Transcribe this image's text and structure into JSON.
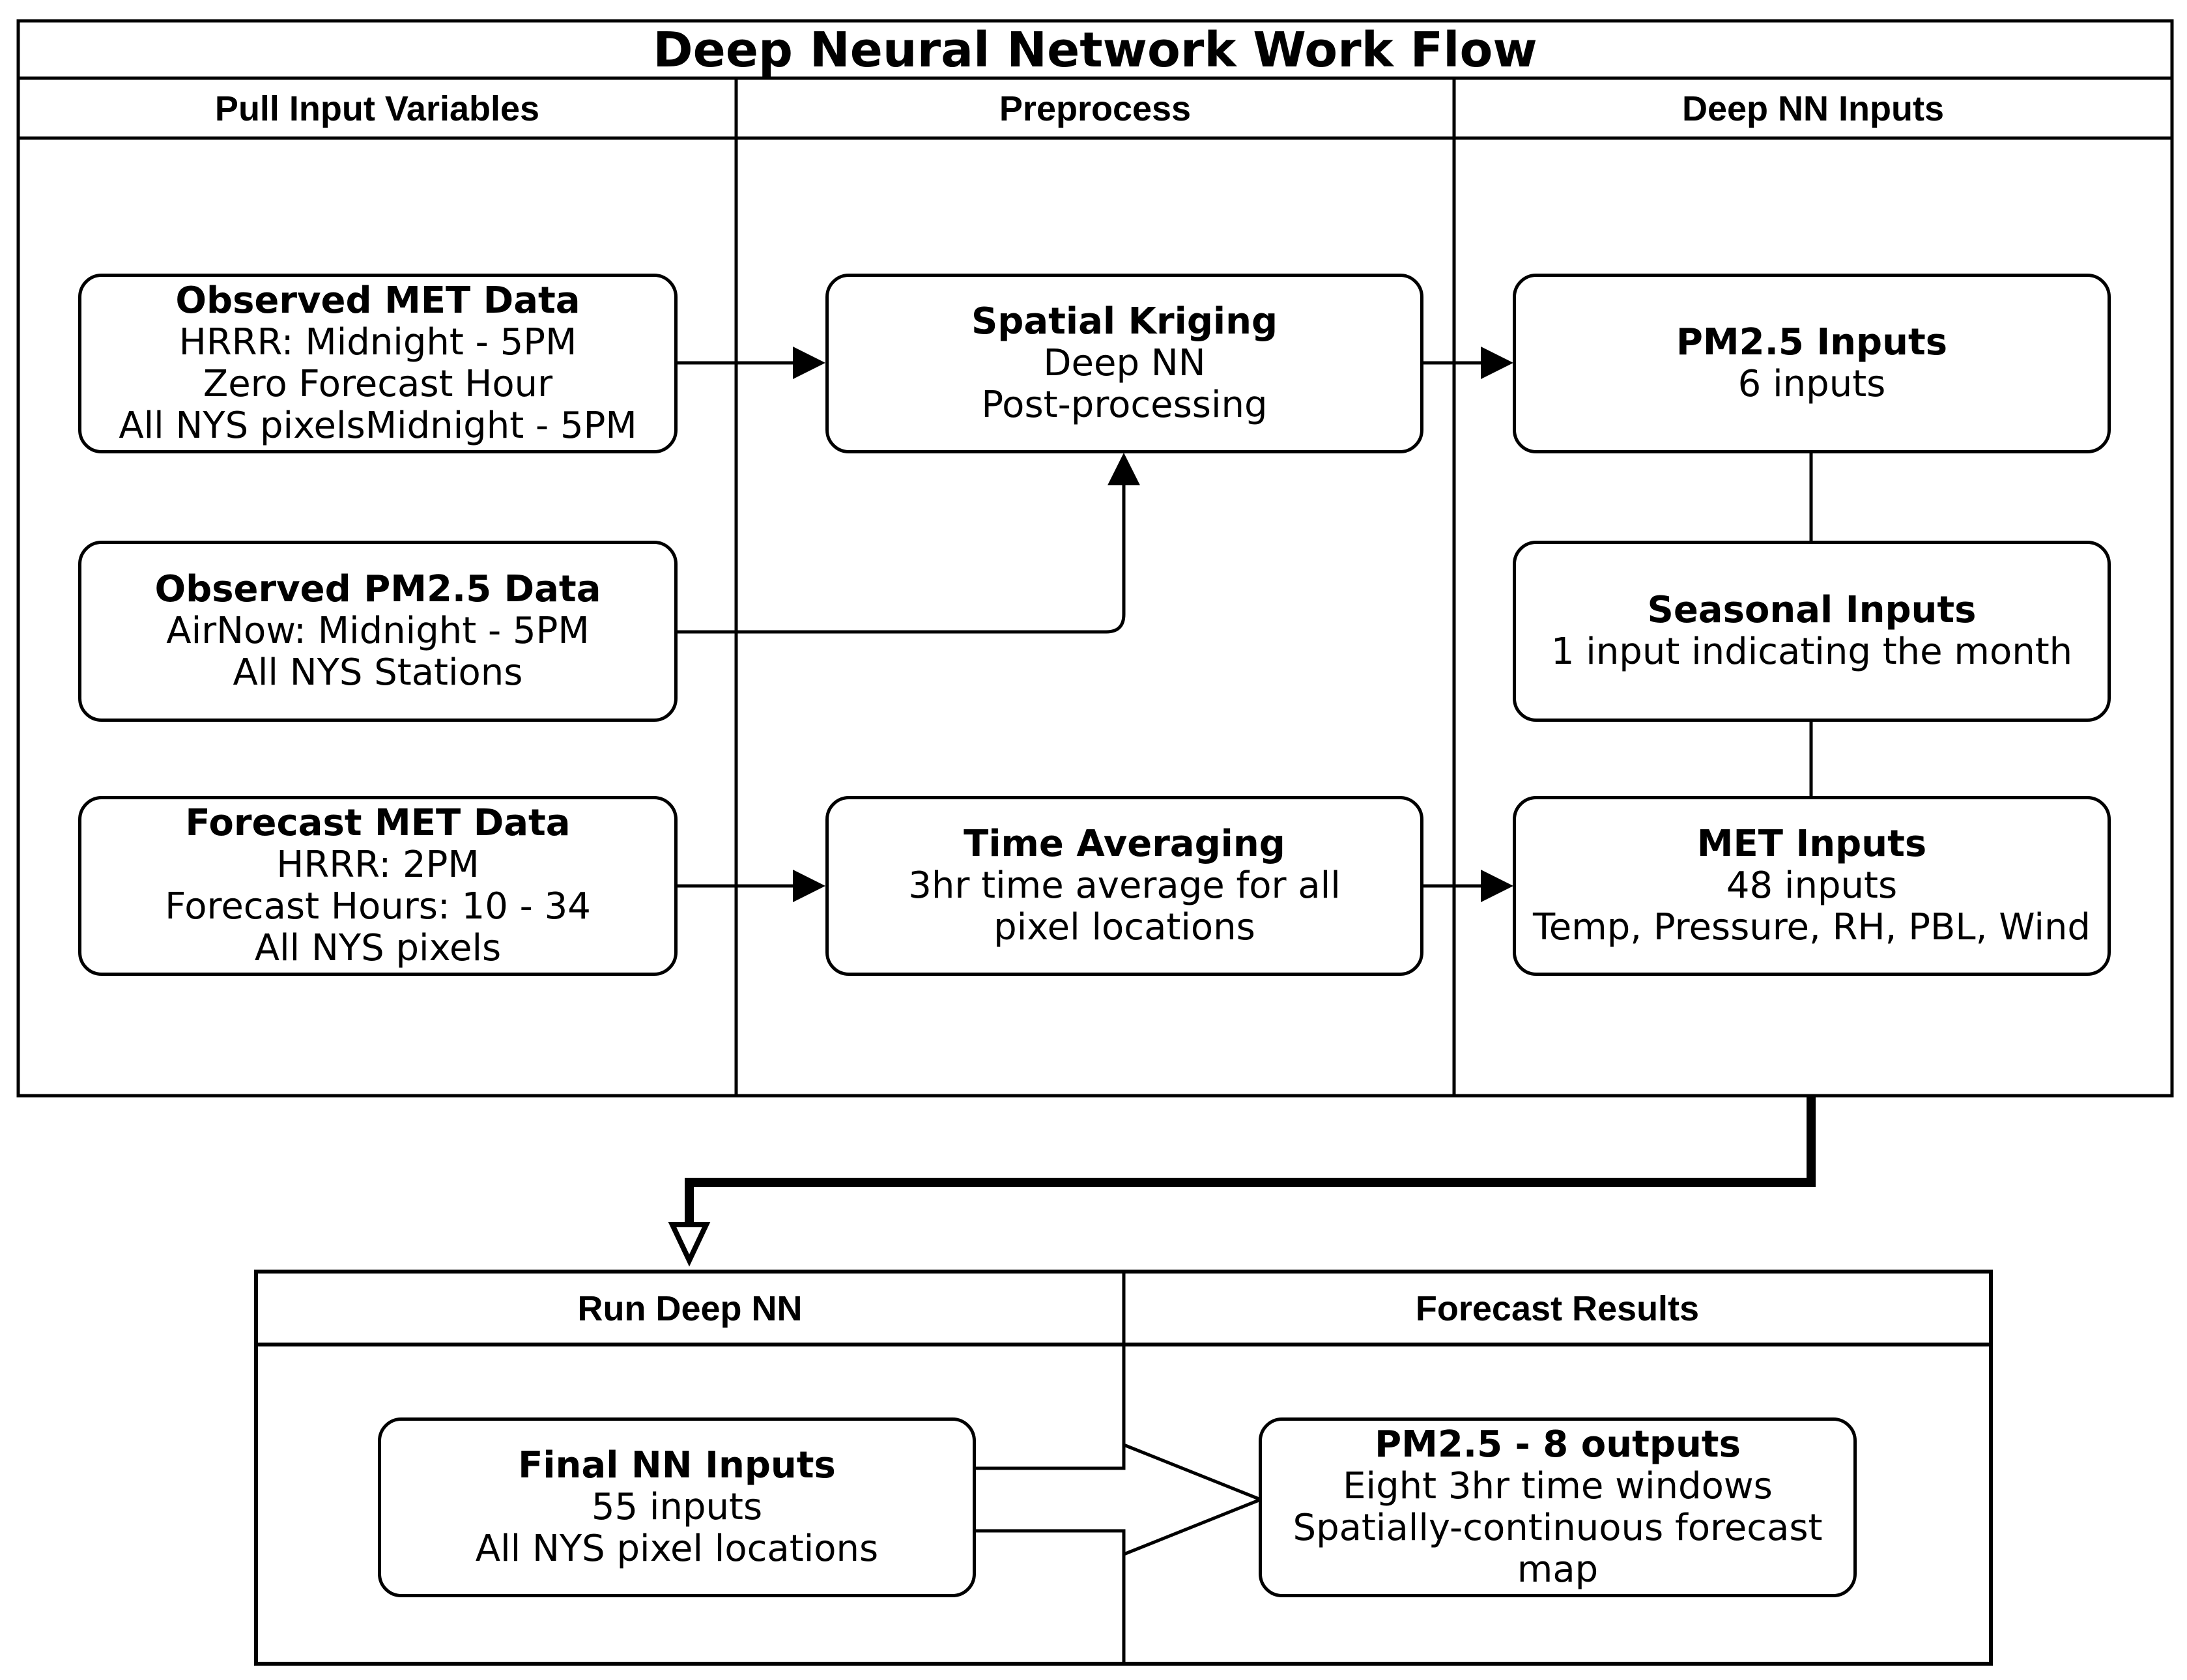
{
  "title": "Deep Neural Network Work Flow",
  "lanes": {
    "pull": "Pull Input Variables",
    "preprocess": "Preprocess",
    "inputs": "Deep NN Inputs",
    "run": "Run Deep NN",
    "results": "Forecast Results"
  },
  "boxes": {
    "observed_met": {
      "title": "Observed MET Data",
      "lines": [
        "HRRR: Midnight - 5PM",
        "Zero Forecast Hour",
        "All NYS pixelsMidnight - 5PM"
      ]
    },
    "observed_pm": {
      "title": "Observed PM2.5 Data",
      "lines": [
        "AirNow: Midnight - 5PM",
        "All NYS Stations"
      ]
    },
    "forecast_met": {
      "title": "Forecast MET Data",
      "lines": [
        "HRRR: 2PM",
        "Forecast Hours: 10 - 34",
        "All NYS pixels"
      ]
    },
    "kriging": {
      "title": "Spatial Kriging",
      "lines": [
        "Deep NN",
        "Post-processing"
      ]
    },
    "time_avg": {
      "title": "Time Averaging",
      "lines": [
        "3hr time average for all",
        "pixel locations"
      ]
    },
    "pm_inputs": {
      "title": "PM2.5 Inputs",
      "lines": [
        "6 inputs"
      ]
    },
    "seasonal": {
      "title": "Seasonal Inputs",
      "lines": [
        "1 input indicating the month"
      ]
    },
    "met_inputs": {
      "title": "MET Inputs",
      "lines": [
        "48 inputs",
        "Temp, Pressure, RH, PBL, Wind"
      ]
    },
    "final": {
      "title": "Final NN Inputs",
      "lines": [
        "55 inputs",
        "All NYS pixel locations"
      ]
    },
    "outputs": {
      "title": "PM2.5 - 8 outputs",
      "lines": [
        "Eight 3hr time windows",
        "Spatially-continuous forecast",
        "map"
      ]
    }
  }
}
